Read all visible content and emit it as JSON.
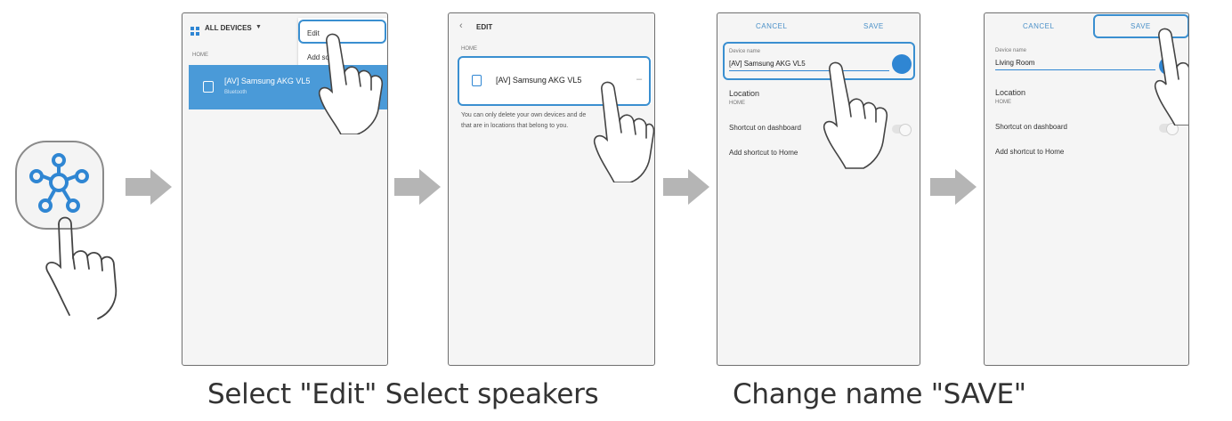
{
  "captions": {
    "left": "Select \"Edit\" Select speakers",
    "right": "Change name \"SAVE\""
  },
  "screen1": {
    "header": "ALL DEVICES",
    "menu_edit": "Edit",
    "menu_add": "Add sc",
    "section": "HOME",
    "device_name": "[AV] Samsung AKG VL5",
    "device_status": "Bluetooth"
  },
  "screen2": {
    "title": "EDIT",
    "section": "HOME",
    "device_name": "[AV] Samsung AKG VL5",
    "note_line1": "You can only delete your own devices and de",
    "note_line2": "that are in locations that belong to you."
  },
  "screen3": {
    "cancel": "CANCEL",
    "save": "SAVE",
    "field_label": "Device name",
    "field_value": "[AV] Samsung AKG VL5",
    "location_label": "Location",
    "location_value": "HOME",
    "shortcut_dashboard": "Shortcut on dashboard",
    "add_shortcut": "Add shortcut to Home"
  },
  "screen4": {
    "cancel": "CANCEL",
    "save": "SAVE",
    "field_label": "Device name",
    "field_value": "Living Room",
    "location_label": "Location",
    "location_value": "HOME",
    "shortcut_dashboard": "Shortcut on dashboard",
    "add_shortcut": "Add shortcut to Home"
  },
  "colors": {
    "accent": "#3a8fd0",
    "device_row": "#4a9ad8",
    "arrow": "#b5b5b5"
  },
  "icons": [
    "smartthings-app-icon",
    "pointing-hand-icon",
    "arrow-right-icon",
    "grid-icon",
    "dropdown-icon",
    "back-icon",
    "speaker-icon",
    "remove-icon"
  ]
}
